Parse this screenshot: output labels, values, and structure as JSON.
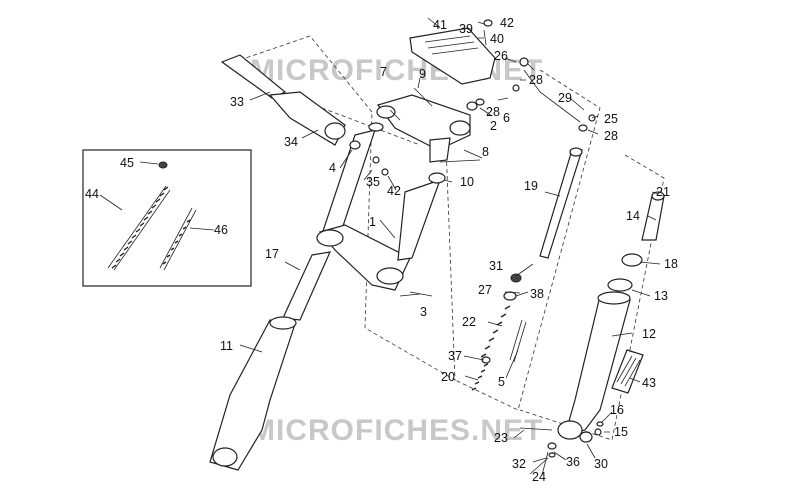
{
  "watermark": {
    "top": "MICROFICHES.NET",
    "bottom": "MICROFICHES.NET"
  },
  "labels": {
    "l1": "1",
    "l2": "2",
    "l3": "3",
    "l4": "4",
    "l5": "5",
    "l6": "6",
    "l7": "7",
    "l8": "8",
    "l9": "9",
    "l10": "10",
    "l11": "11",
    "l12": "12",
    "l13": "13",
    "l14": "14",
    "l15": "15",
    "l16": "16",
    "l17": "17",
    "l18": "18",
    "l19": "19",
    "l20": "20",
    "l21": "21",
    "l22": "22",
    "l23": "23",
    "l24": "24",
    "l25": "25",
    "l26": "26",
    "l27": "27",
    "l28a": "28",
    "l28b": "28",
    "l28c": "28",
    "l29": "29",
    "l30": "30",
    "l31": "31",
    "l32": "32",
    "l33": "33",
    "l34": "34",
    "l35": "35",
    "l36": "36",
    "l37": "37",
    "l38": "38",
    "l39": "39",
    "l40": "40",
    "l41": "41",
    "l42a": "42",
    "l42b": "42",
    "l43": "43",
    "l44": "44",
    "l45": "45",
    "l46": "46"
  }
}
